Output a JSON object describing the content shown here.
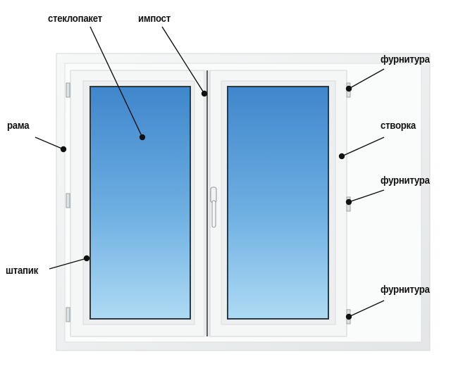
{
  "labels": {
    "glass_unit": "стеклопакет",
    "mullion": "импост",
    "frame": "рама",
    "glazing_bead": "штапик",
    "hardware_top": "фурнитура",
    "sash": "створка",
    "hardware_middle": "фурнитура",
    "hardware_bottom": "фурнитура"
  },
  "colors": {
    "sky_top": "#3f86cc",
    "sky_bottom": "#a9d6f2",
    "pvc": "#f4f5f5",
    "leader": "#111111"
  }
}
